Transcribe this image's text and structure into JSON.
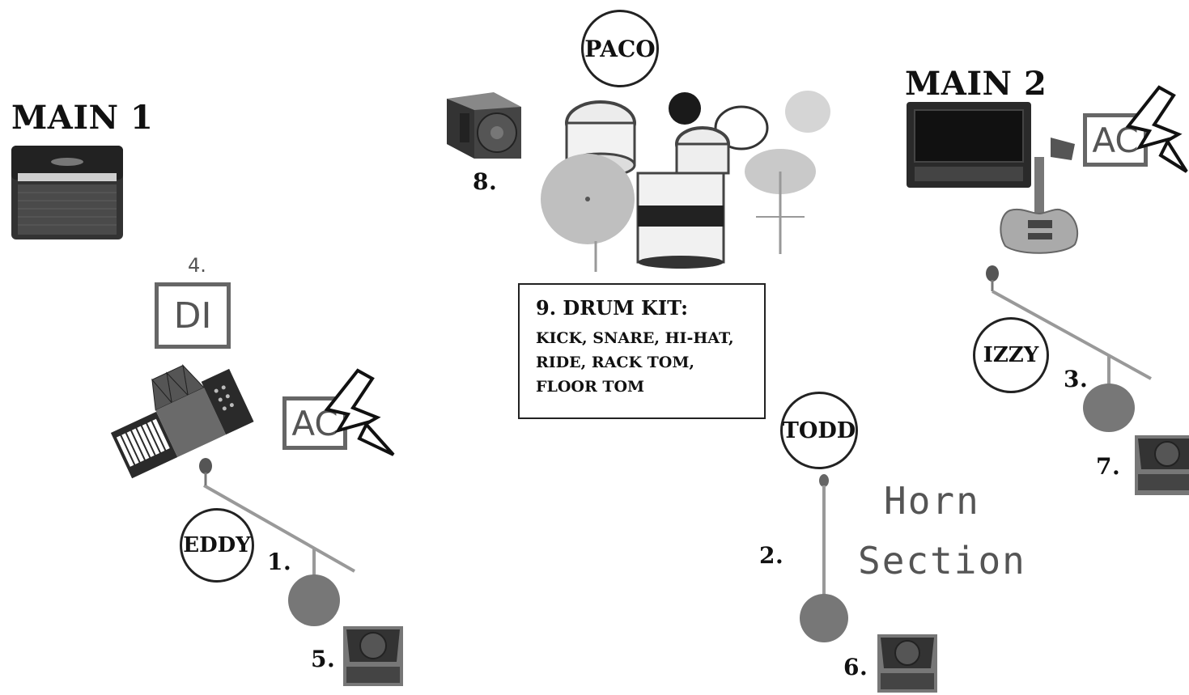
{
  "amps": {
    "main1_label": "MAIN 1",
    "main2_label": "MAIN 2"
  },
  "musicians": {
    "paco": "PACO",
    "eddy": "EDDY",
    "todd": "TODD",
    "izzy": "IZZY"
  },
  "inputs": {
    "n1": "1.",
    "n2": "2.",
    "n3": "3.",
    "n4": "4.",
    "n5": "5.",
    "n6": "6.",
    "n7": "7.",
    "n8": "8."
  },
  "boxes": {
    "di_label": "DI",
    "ac_left_label": "AC",
    "ac_right_label": "AC"
  },
  "drum_kit": {
    "title": "9. DRUM KIT:",
    "items": [
      "KICK, SNARE, HI-HAT,",
      "RIDE, RACK TOM,",
      "FLOOR TOM"
    ]
  },
  "horn_section": {
    "line1": "Horn",
    "line2": "Section"
  },
  "icons": [
    "amp-icon",
    "bass-amp-icon",
    "accordion-icon",
    "bass-guitar-icon",
    "drum-kit-icon",
    "speaker-icon",
    "mic-stand-icon",
    "floor-monitor-icon",
    "lightning-icon"
  ]
}
